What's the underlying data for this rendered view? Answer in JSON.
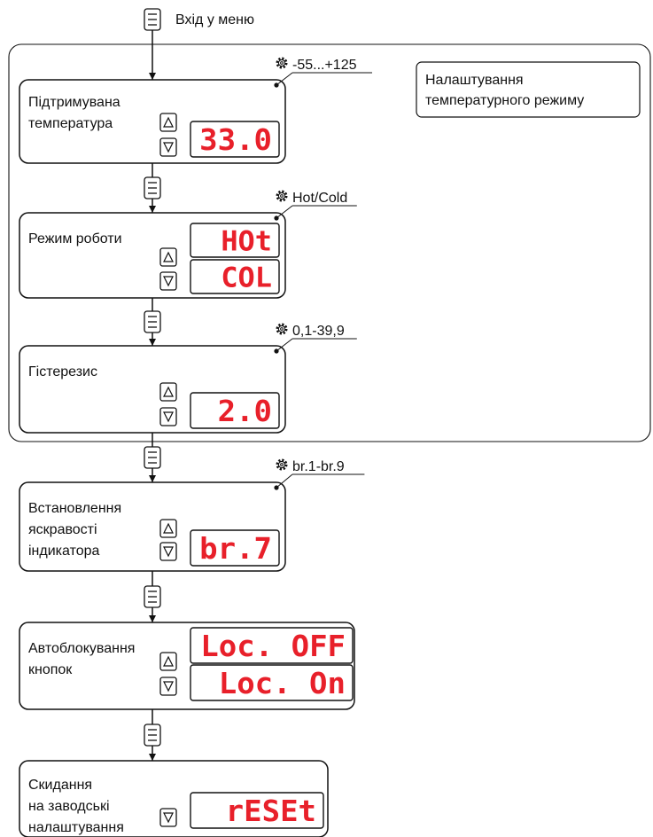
{
  "entry": {
    "label": "Вхід у меню"
  },
  "group": {
    "label_line1": "Налаштування",
    "label_line2": "температурного режиму"
  },
  "colors": {
    "display_text": "#e8202a",
    "outline": "#111111"
  },
  "icons": {
    "menu_button": "menu-lines-icon",
    "up_button": "triangle-up-icon",
    "down_button": "triangle-down-icon",
    "parameter": "gear-icon"
  },
  "steps": [
    {
      "id": "setpoint",
      "title_lines": [
        "Підтримувана",
        "температура"
      ],
      "range": "-55...+125",
      "displays": [
        "33.0"
      ]
    },
    {
      "id": "mode",
      "title_lines": [
        "Режим роботи"
      ],
      "range": "Hot/Cold",
      "displays": [
        "HOt",
        "COL"
      ]
    },
    {
      "id": "hysteresis",
      "title_lines": [
        "Гістерезис"
      ],
      "range": "0,1-39,9",
      "displays": [
        "2.0"
      ]
    },
    {
      "id": "brightness",
      "title_lines": [
        "Встановлення",
        "яскравості",
        "індикатора"
      ],
      "range": "br.1-br.9",
      "displays": [
        "br.7"
      ]
    },
    {
      "id": "autolock",
      "title_lines": [
        "Автоблокування",
        "кнопок"
      ],
      "range": "",
      "displays": [
        "Loc. OFF",
        "Loc. On"
      ]
    },
    {
      "id": "reset",
      "title_lines": [
        "Скидання",
        "на заводські",
        "налаштування"
      ],
      "range": "",
      "displays": [
        "rESEt"
      ]
    }
  ]
}
